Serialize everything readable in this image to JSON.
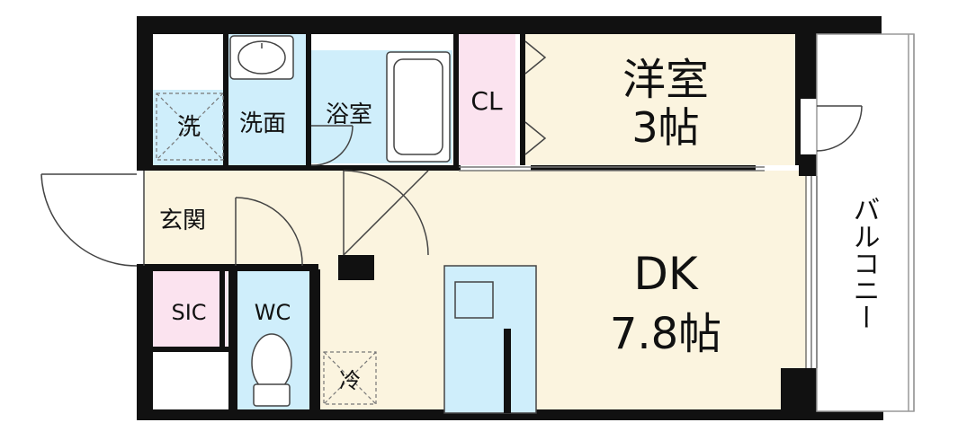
{
  "colors": {
    "wall": "#111111",
    "yoshitsu": "#fbf4df",
    "dk": "#fbf4df",
    "wet": "#cfeefb",
    "closet": "#fbe3ef",
    "balcony": "#ffffff"
  },
  "icons": [
    "washbasin-icon",
    "bathtub-icon",
    "toilet-icon",
    "kitchen-sink-icon",
    "stove-icon",
    "washer-space-icon",
    "fridge-space-icon",
    "door-icon",
    "sliding-door-icon"
  ],
  "rooms": {
    "yoshitsu": {
      "name": "洋室",
      "size": "3帖"
    },
    "dk": {
      "name": "DK",
      "size": "7.8帖"
    },
    "closet": {
      "name": "CL"
    },
    "bath": {
      "name": "浴室"
    },
    "washroom": {
      "name": "洗面"
    },
    "washer": {
      "name": "洗"
    },
    "entrance": {
      "name": "玄関"
    },
    "sic": {
      "name": "SIC"
    },
    "wc": {
      "name": "WC"
    },
    "fridge": {
      "name": "冷"
    },
    "balcony": {
      "name": "バルコニー"
    }
  }
}
